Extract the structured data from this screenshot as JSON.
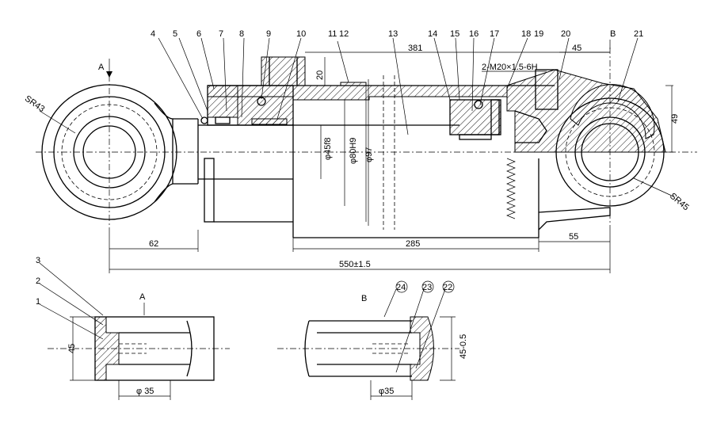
{
  "part_labels": [
    "1",
    "2",
    "3",
    "4",
    "5",
    "6",
    "7",
    "8",
    "9",
    "10",
    "11",
    "12",
    "13",
    "14",
    "15",
    "16",
    "17",
    "18",
    "19",
    "20",
    "21",
    "22",
    "23",
    "24"
  ],
  "section_marks": {
    "a_top": "A",
    "b_top": "B",
    "a_detail": "A",
    "b_detail": "B"
  },
  "dimensions": {
    "d381": "381",
    "d45_top": "45",
    "thread": "2-M20×1.5-6H",
    "d20": "20",
    "d49": "49",
    "sr43": "SR43",
    "sr45": "SR45",
    "phi45f8": "φ45f8",
    "phi80h9": "φ80H9",
    "phi97": "φ97",
    "d62": "62",
    "d285": "285",
    "d55": "55",
    "d550": "550±1.5",
    "detail_a_45": "45",
    "detail_a_phi35": "φ 35",
    "detail_b_phi35": "φ35",
    "detail_b_45": "45-0.5"
  }
}
